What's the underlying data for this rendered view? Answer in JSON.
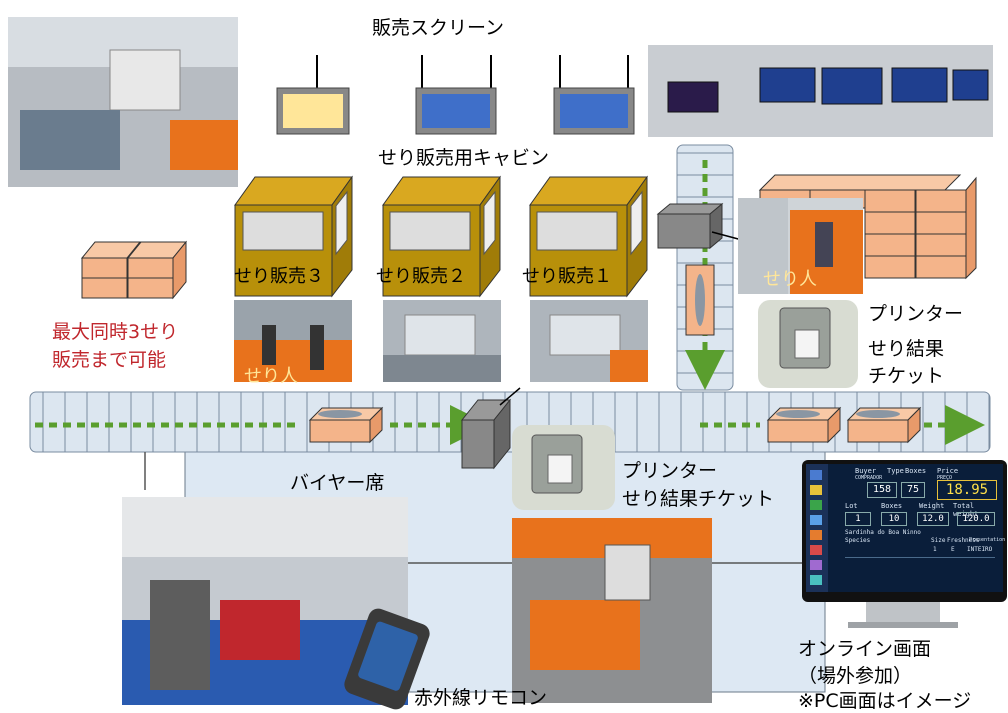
{
  "labels": {
    "screen_title": "販売スクリーン",
    "cabin_title": "せり販売用キャビン",
    "cabin3": "せり販売３",
    "cabin2": "せり販売２",
    "cabin1": "せり販売１",
    "max_note_line1": "最大同時3せり",
    "max_note_line2": "販売まで可能",
    "auctioneer_left": "せり人",
    "auctioneer_right": "せり人",
    "printer_top": "プリンター",
    "ticket_top_line1": "せり結果",
    "ticket_top_line2": "チケット",
    "buyer_seats": "バイヤー席",
    "printer_mid": "プリンター",
    "ticket_mid": "せり結果チケット",
    "online_line1": "オンライン画面",
    "online_line2": "（場外参加）",
    "online_line3": "※PC画面はイメージ",
    "remote": "赤外線リモコン"
  },
  "pc_screen": {
    "buyer_label": "Buyer",
    "buyer_sub": "COMPRADOR",
    "type_label": "Type",
    "boxes_label": "Boxes",
    "price_label": "Price",
    "price_sub": "PREÇO",
    "buyer_value": "158",
    "boxes_value": "75",
    "price_value": "18.95",
    "lot_label": "Lot",
    "boxes2_label": "Boxes",
    "weight_label": "Weight",
    "total_label": "Total weight",
    "lot_value": "1",
    "boxes2_value": "10",
    "weight_value": "12.0",
    "total_value": "120.0",
    "species_label": "Species",
    "species_value": "Sardinha do Boa Ninno",
    "size_label": "Size",
    "freshness_label": "Freshness",
    "presentation_label": "Presentation",
    "size_value": "1",
    "freshness_value": "E",
    "presentation_value": "INTEIRO"
  },
  "colors": {
    "cabin_gold": "#b8900a",
    "box_orange": "#f4b48a",
    "conveyor_blue": "#dce6f0",
    "arrow_green": "#5a9e2e",
    "note_red": "#c0272d",
    "screen_blue": "#3f6fc9",
    "screen_yellow": "#ffe699"
  }
}
